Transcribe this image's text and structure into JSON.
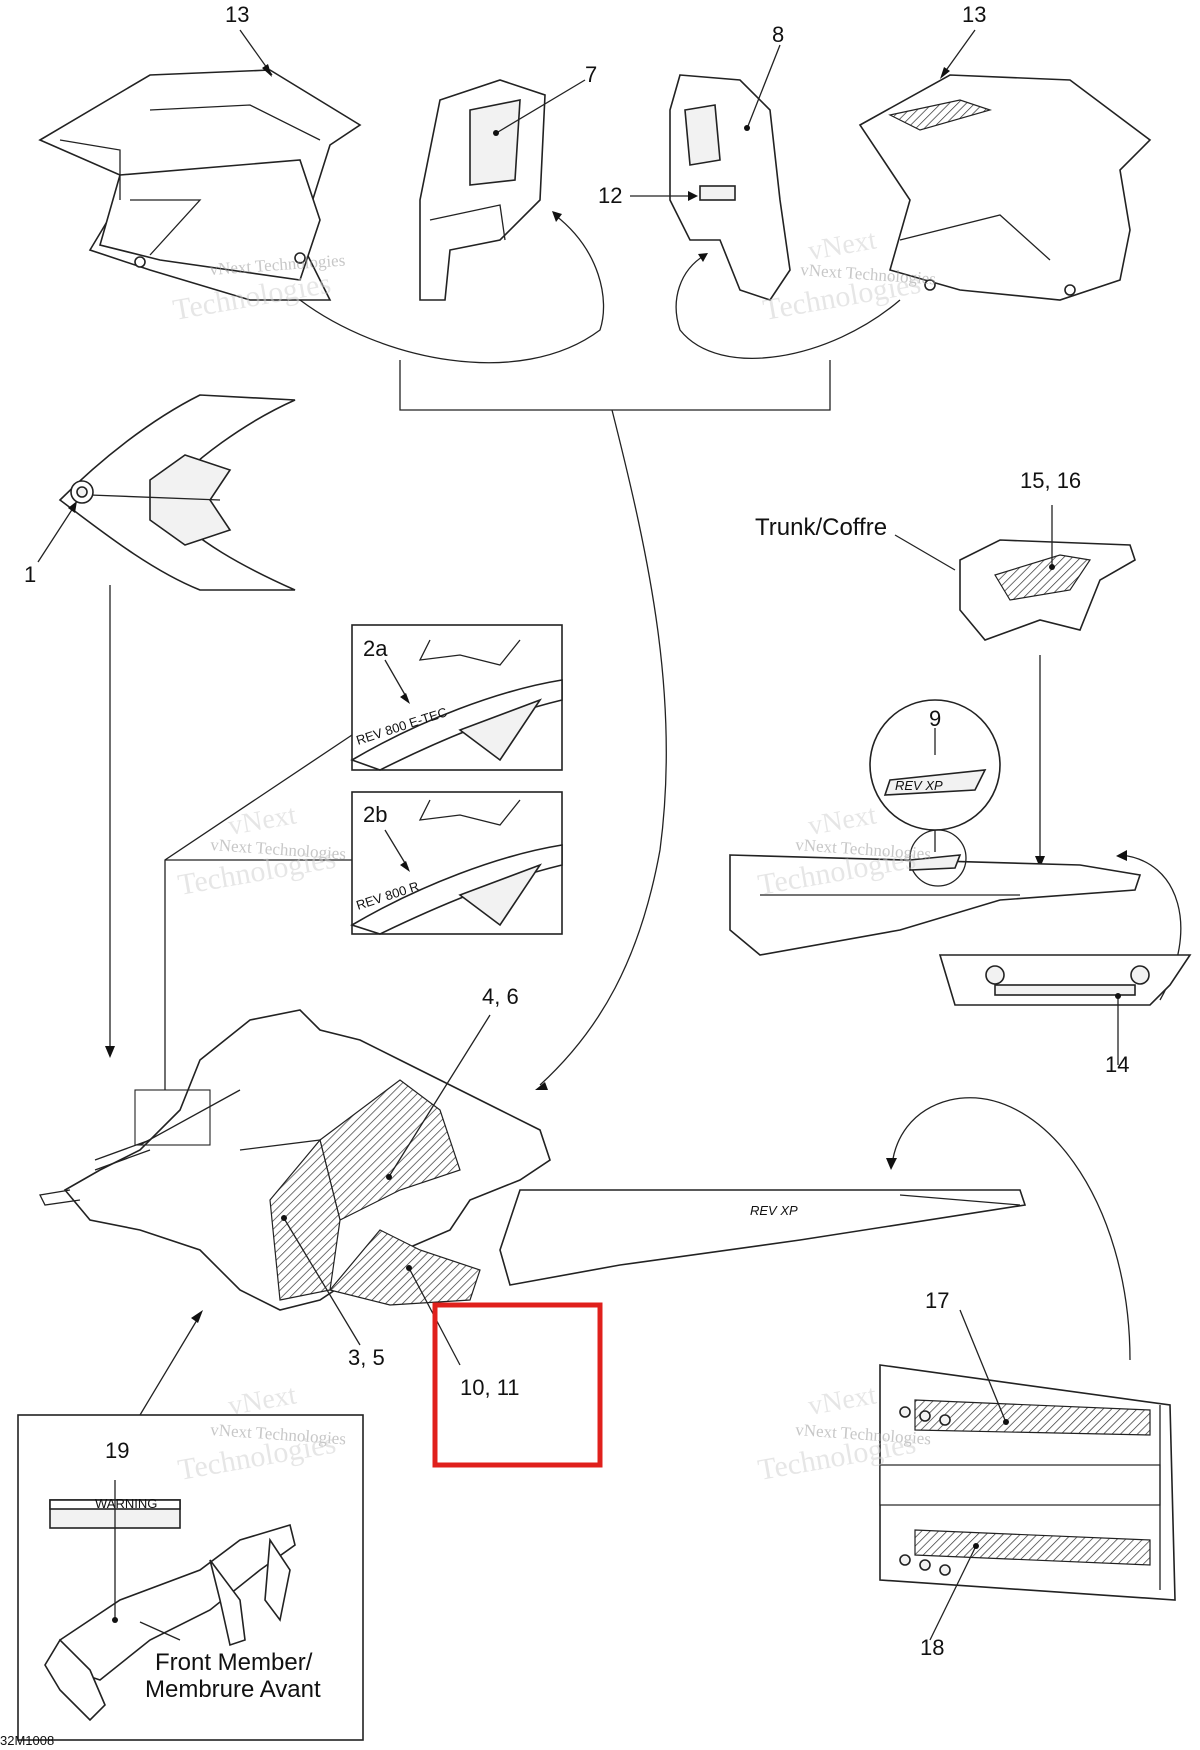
{
  "callouts": {
    "c13a": "13",
    "c7": "7",
    "c8": "8",
    "c13b": "13",
    "c12": "12",
    "c1": "1",
    "c15_16": "15, 16",
    "c2a": "2a",
    "c2b": "2b",
    "c9": "9",
    "c4_6": "4, 6",
    "c14": "14",
    "c3_5": "3, 5",
    "c10_11": "10, 11",
    "c17": "17",
    "c19": "19",
    "c18": "18"
  },
  "captions": {
    "trunk": "Trunk/Coffre",
    "front_member_line1": "Front Member/",
    "front_member_line2": "Membrure Avant"
  },
  "watermark": {
    "line1": "vNext Technologies",
    "line2": "vNext",
    "line3": "Technologies"
  },
  "drawing_ref": "32M1008",
  "decal_text": {
    "rev_xp": "REV XP",
    "warning": "WARNING"
  },
  "highlight": {
    "color": "#e0201c",
    "target": "10, 11"
  }
}
